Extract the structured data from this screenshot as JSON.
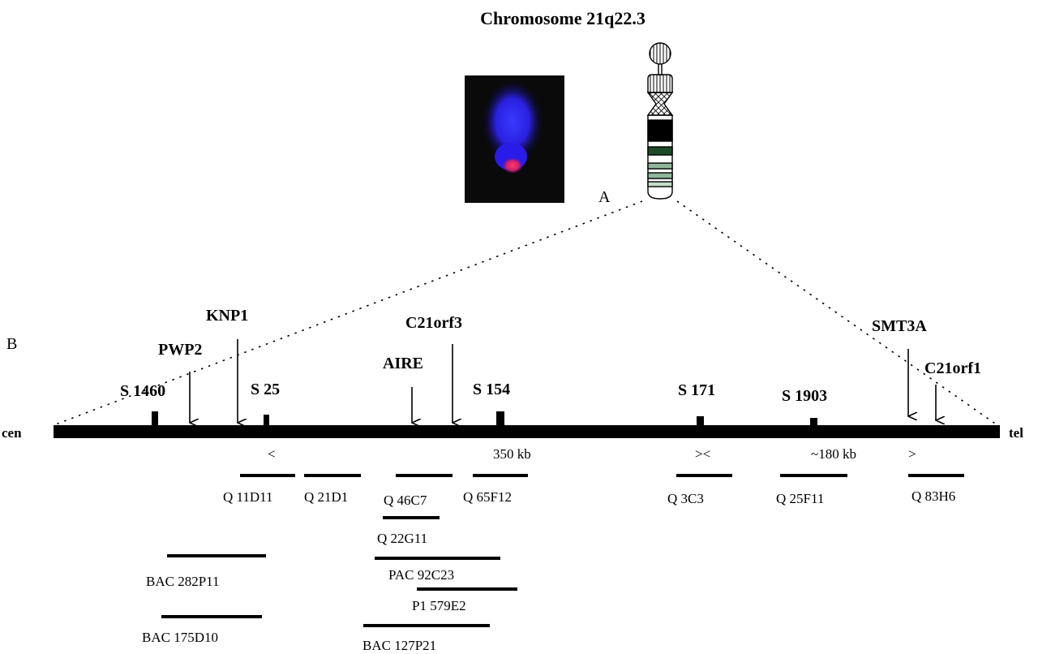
{
  "title": "Chromosome 21q22.3",
  "panel_labels": {
    "a": "A",
    "b": "B"
  },
  "ends": {
    "left": "cen",
    "right": "tel"
  },
  "genes": {
    "knp1": "KNP1",
    "pwp2": "PWP2",
    "c21orf3": "C21orf3",
    "aire": "AIRE",
    "smt3a": "SMT3A",
    "c21orf1": "C21orf1"
  },
  "markers": {
    "s1460": "S 1460",
    "s25": "S 25",
    "s154": "S 154",
    "s171": "S 171",
    "s1903": "S 1903"
  },
  "scale": {
    "lt1": "<",
    "kb350": "350 kb",
    "mid": "><",
    "kb180": "~180 kb",
    "gt": ">"
  },
  "clones": {
    "q11d11": "Q 11D11",
    "q21d1": "Q 21D1",
    "q46c7": "Q 46C7",
    "q65f12": "Q 65F12",
    "q3c3": "Q 3C3",
    "q25f11": "Q 25F11",
    "q83h6": "Q 83H6",
    "q22g11": "Q 22G11",
    "bac282p11": "BAC 282P11",
    "pac92c23": "PAC 92C23",
    "p1579e2": "P1 579E2",
    "bac175d10": "BAC 175D10",
    "bac127p21": "BAC 127P21"
  }
}
